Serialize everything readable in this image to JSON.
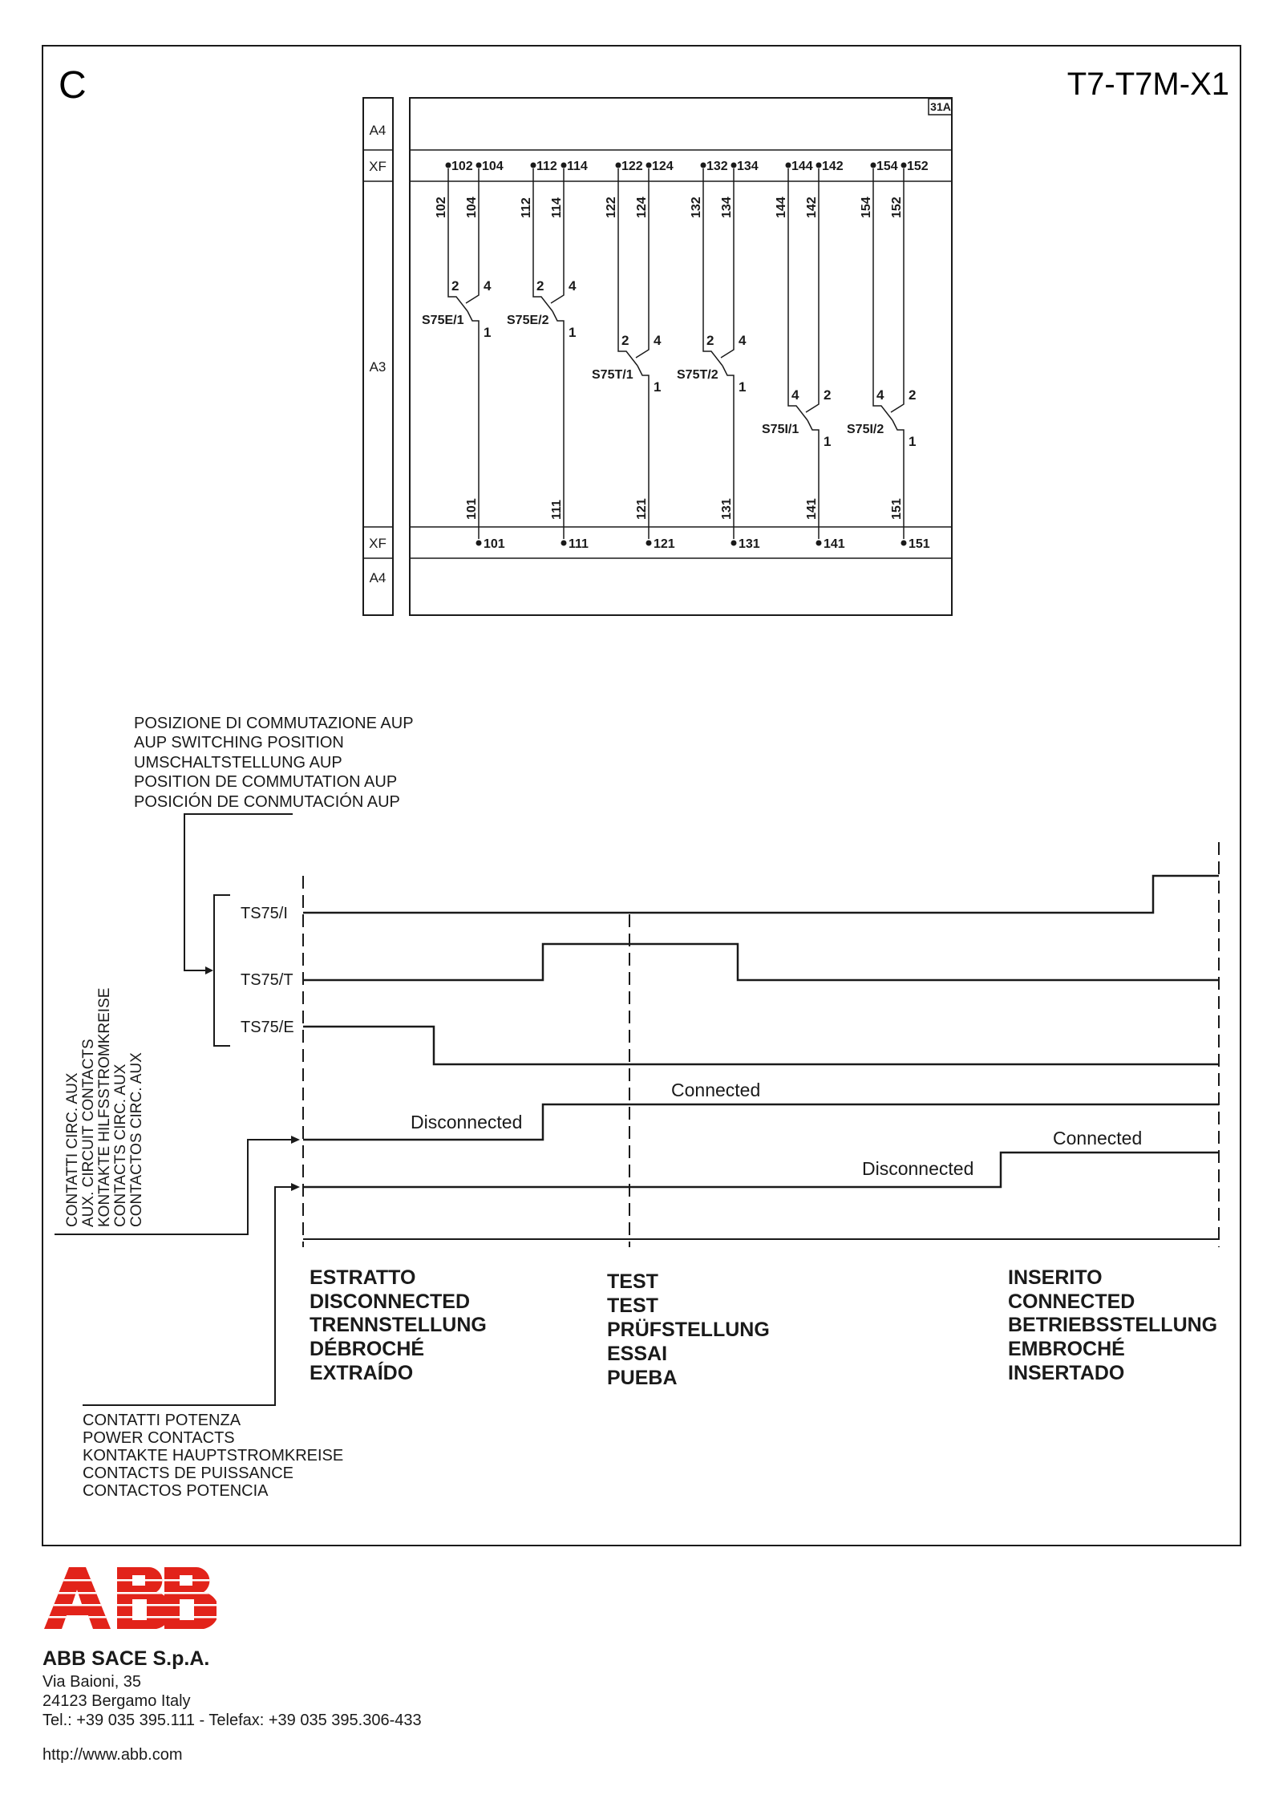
{
  "header": {
    "section_letter": "C",
    "doc_code": "T7-T7M-X1"
  },
  "circuit": {
    "sheet_ref": "31A",
    "row_labels": {
      "top_a4": "A4",
      "top_xf": "XF",
      "a3": "A3",
      "bottom_xf": "XF",
      "bottom_a4": "A4"
    },
    "switches": [
      {
        "name": "S75E/1",
        "left_terminal": "102",
        "right_terminal": "104",
        "common_terminal": "101",
        "left_pin": "2",
        "right_pin": "4",
        "common_pin": "1"
      },
      {
        "name": "S75E/2",
        "left_terminal": "112",
        "right_terminal": "114",
        "common_terminal": "111",
        "left_pin": "2",
        "right_pin": "4",
        "common_pin": "1"
      },
      {
        "name": "S75T/1",
        "left_terminal": "122",
        "right_terminal": "124",
        "common_terminal": "121",
        "left_pin": "2",
        "right_pin": "4",
        "common_pin": "1"
      },
      {
        "name": "S75T/2",
        "left_terminal": "132",
        "right_terminal": "134",
        "common_terminal": "131",
        "left_pin": "2",
        "right_pin": "4",
        "common_pin": "1"
      },
      {
        "name": "S75I/1",
        "left_terminal": "144",
        "right_terminal": "142",
        "common_terminal": "141",
        "left_pin": "4",
        "right_pin": "2",
        "common_pin": "1"
      },
      {
        "name": "S75I/2",
        "left_terminal": "154",
        "right_terminal": "152",
        "common_terminal": "151",
        "left_pin": "4",
        "right_pin": "2",
        "common_pin": "1"
      }
    ]
  },
  "timing": {
    "switching_position_title": [
      "POSIZIONE DI COMMUTAZIONE AUP",
      "AUP SWITCHING POSITION",
      "UMSCHALTSTELLUNG AUP",
      "POSITION DE COMMUTATION AUP",
      "POSICIÓN DE CONMUTACIÓN AUP"
    ],
    "aux_contacts_label": [
      "CONTATTI CIRC. AUX",
      "AUX. CIRCUIT  CONTACTS",
      "KONTAKTE  HILFSSTROMKREISE",
      "CONTACTS  CIRC. AUX",
      "CONTACTOS  CIRC. AUX"
    ],
    "power_contacts_label": [
      "CONTATTI POTENZA",
      "POWER CONTACTS",
      "KONTAKTE HAUPTSTROMKREISE",
      "CONTACTS DE PUISSANCE",
      "CONTACTOS POTENCIA"
    ],
    "signals": [
      {
        "name": "TS75/I"
      },
      {
        "name": "TS75/T"
      },
      {
        "name": "TS75/E"
      }
    ],
    "aux_trace": {
      "low_label": "Disconnected",
      "high_label": "Connected"
    },
    "power_trace": {
      "low_label": "Disconnected",
      "high_label": "Connected"
    },
    "positions": [
      {
        "lines": [
          "ESTRATTO",
          "DISCONNECTED",
          "TRENNSTELLUNG",
          "DÉBROCHÉ",
          "EXTRAÍDO"
        ]
      },
      {
        "lines": [
          "TEST",
          "TEST",
          "PRÜFSTELLUNG",
          "ESSAI",
          "PUEBA"
        ]
      },
      {
        "lines": [
          "INSERITO",
          "CONNECTED",
          "BETRIEBSSTELLUNG",
          "EMBROCHÉ",
          "INSERTADO"
        ]
      }
    ]
  },
  "footer": {
    "company": "ABB SACE S.p.A.",
    "street": "Via Baioni, 35",
    "city": "24123 Bergamo Italy",
    "phone": "Tel.: +39 035 395.111 - Telefax: +39 035 395.306-433",
    "website": "http://www.abb.com"
  },
  "colors": {
    "logo_red": "#e2231a",
    "line": "#1a1a1a"
  }
}
